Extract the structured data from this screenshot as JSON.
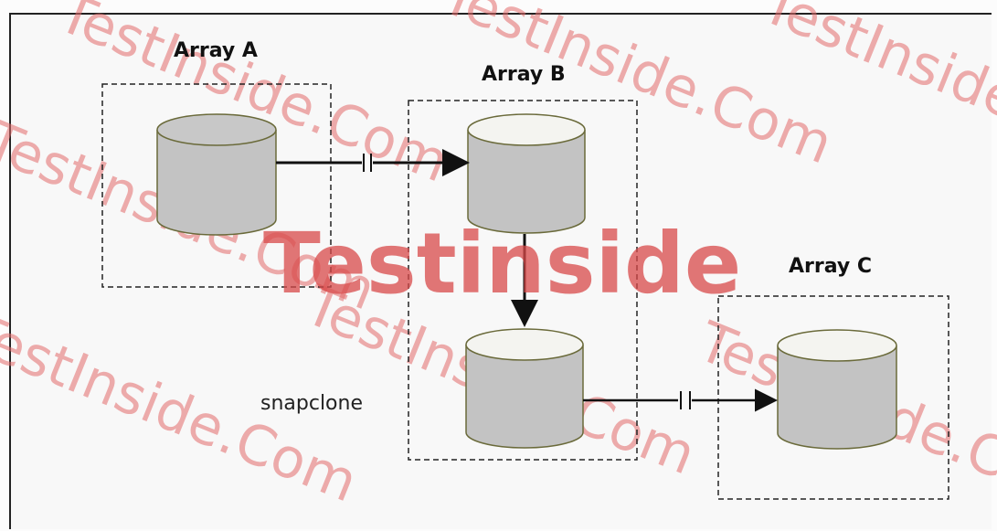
{
  "arrays": {
    "a": {
      "label": "Array A"
    },
    "b": {
      "label": "Array B"
    },
    "c": {
      "label": "Array C"
    }
  },
  "snapclone_label": "snapclone",
  "watermark": {
    "center": "Testinside",
    "repeat": [
      "TestInside.Com",
      "TestInside.Com",
      "TestInside.Com",
      "TestInside.Com",
      "TestInside.Com",
      "TestInside.Com",
      "TestInside.Com"
    ]
  },
  "colors": {
    "disk_fill": "#c3c3c3",
    "disk_top": "#f4f4f0",
    "watermark": "#e36b6b",
    "border": "#222222"
  }
}
